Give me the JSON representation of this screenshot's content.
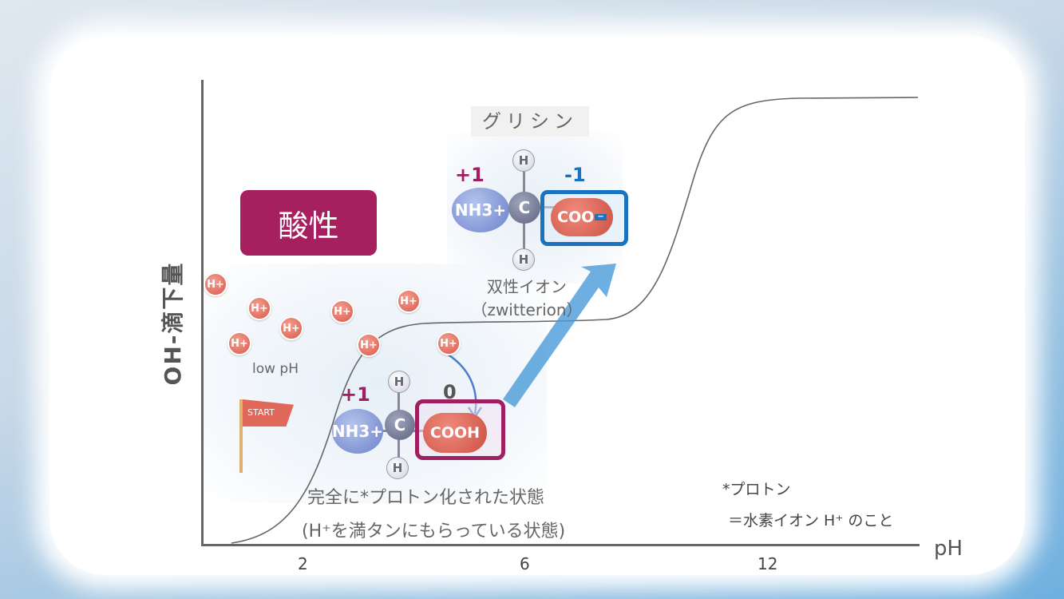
{
  "y_axis_label": "OH-滴下量",
  "x_axis_label": "pH",
  "x_ticks": [
    "2",
    "6",
    "12"
  ],
  "acid_badge": "酸性",
  "glycine_title": "グリシン",
  "low_ph_label": "low pH",
  "start_flag": "START",
  "proton_ion": "H+",
  "h_atom": "H",
  "c_atom": "C",
  "nh3_group": "NH3+",
  "zwitterion": {
    "charge_amine": "+1",
    "charge_carboxyl": "-1",
    "carboxyl": "COO",
    "minus": "−",
    "label_jp": "双性イオン",
    "label_en": "（zwitterion）"
  },
  "protonated": {
    "charge_amine": "+1",
    "charge_carboxyl": "0",
    "carboxyl": "COOH",
    "caption_1": "完全に*プロトン化された状態",
    "caption_2": "(H⁺を満タンにもらっている状態)"
  },
  "footnote": {
    "line1": "*プロトン",
    "line2": "＝水素イオン H⁺ のこと"
  },
  "colors": {
    "acid": "#a61f5f",
    "zwitter_box": "#1a73c0",
    "proton_box": "#a01f60"
  }
}
